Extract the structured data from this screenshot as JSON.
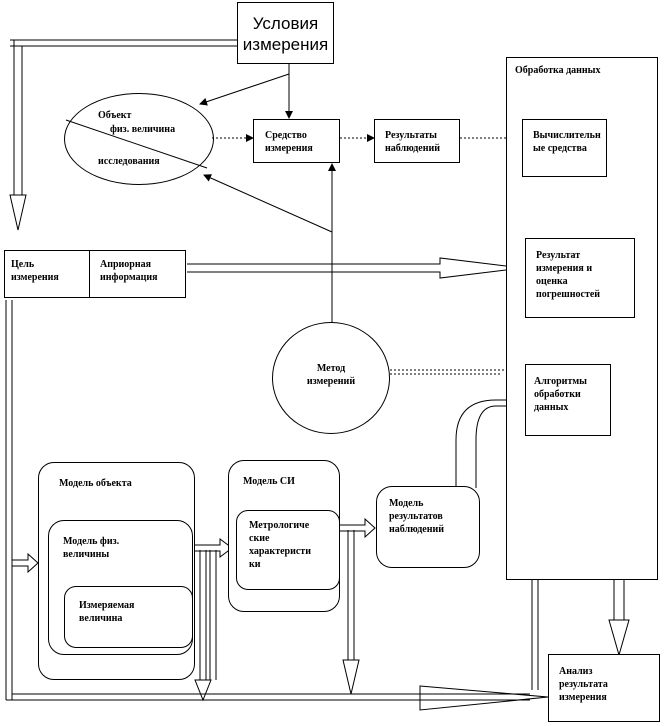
{
  "nodes": {
    "conditions": "Условия\nизмерения",
    "processing_title": "Обработка данных",
    "object_line1": "Объект",
    "object_line2": "физ. величина",
    "object_line3": "исследования",
    "instrument": "Средство\nизмерения",
    "results": "Результаты\nнаблюдений",
    "computing": "Вычислительн\nые средства",
    "goal": "Цель\nизмерения",
    "apriori": "Априорная\nинформация",
    "result_eval": "Результат\nизмерения и\nоценка\nпогрешностей",
    "method": "Метод\nизмерений",
    "algorithms": "Алгоритмы\nобработки\nданных",
    "object_model": "Модель объекта",
    "phys_model": "Модель физ.\nвеличины",
    "measured": "Измеряемая\nвеличина",
    "si_model": "Модель СИ",
    "metro": "Метрологиче\nские\nхарактеристи\nки",
    "obs_model": "Модель\nрезультатов\nнаблюдений",
    "analysis": "Анализ\nрезультата\nизмерения"
  }
}
